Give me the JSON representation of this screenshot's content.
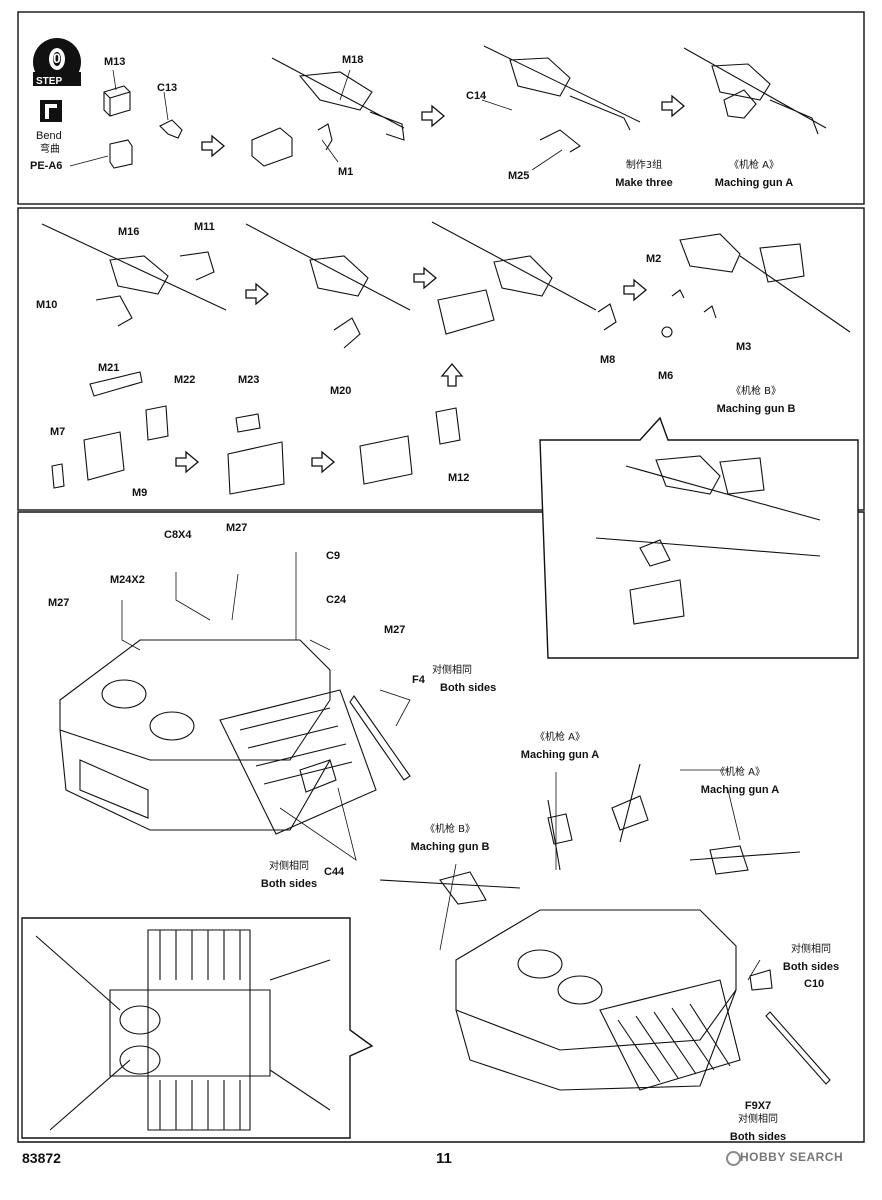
{
  "step": {
    "number": "0",
    "word": "STEP"
  },
  "symbol": {
    "en": "Bend",
    "cn": "弯曲"
  },
  "parts": {
    "m13": "M13",
    "c13": "C13",
    "pe_a6": "PE-A6",
    "m18": "M18",
    "m1": "M1",
    "c14": "C14",
    "m25": "M25",
    "m16": "M16",
    "m11": "M11",
    "m10": "M10",
    "m20": "M20",
    "m8": "M8",
    "m2": "M2",
    "m3": "M3",
    "m6": "M6",
    "m21": "M21",
    "m22": "M22",
    "m7": "M7",
    "m9": "M9",
    "m23": "M23",
    "m12": "M12",
    "c8x4": "C8X4",
    "m27": "M27",
    "m24x2": "M24X2",
    "c9": "C9",
    "c24": "C24",
    "f4": "F4",
    "c44": "C44",
    "c10": "C10",
    "f9x7": "F9X7"
  },
  "notes": {
    "make_three_cn": "制作3组",
    "make_three_en": "Make three",
    "gun_a_cn": "《机枪 A》",
    "gun_a_en": "Maching gun A",
    "gun_b_cn": "《机枪 B》",
    "gun_b_en": "Maching gun B",
    "both_cn": "对侧相同",
    "both_en": "Both sides"
  },
  "footer": {
    "code": "83872",
    "page": "11",
    "watermark": "HOBBY SEARCH"
  }
}
